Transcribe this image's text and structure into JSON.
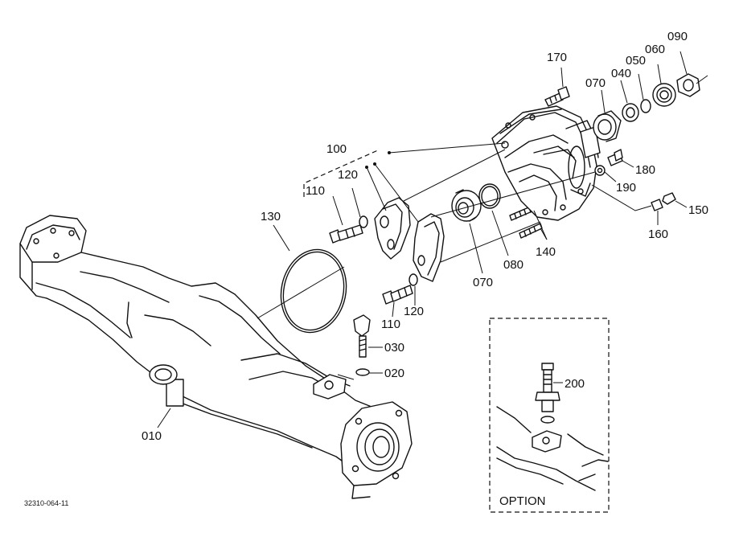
{
  "figure_id": "32310-064-11",
  "option_label": "OPTION",
  "callouts": {
    "p010": "010",
    "p020": "020",
    "p030": "030",
    "p040": "040",
    "p050": "050",
    "p060": "060",
    "p070_top": "070",
    "p070_bottom": "070",
    "p080": "080",
    "p090": "090",
    "p100": "100",
    "p110_top": "110",
    "p110_bottom": "110",
    "p120_top": "120",
    "p120_bottom": "120",
    "p130": "130",
    "p140": "140",
    "p150": "150",
    "p160": "160",
    "p170": "170",
    "p180": "180",
    "p190": "190",
    "p200": "200"
  }
}
